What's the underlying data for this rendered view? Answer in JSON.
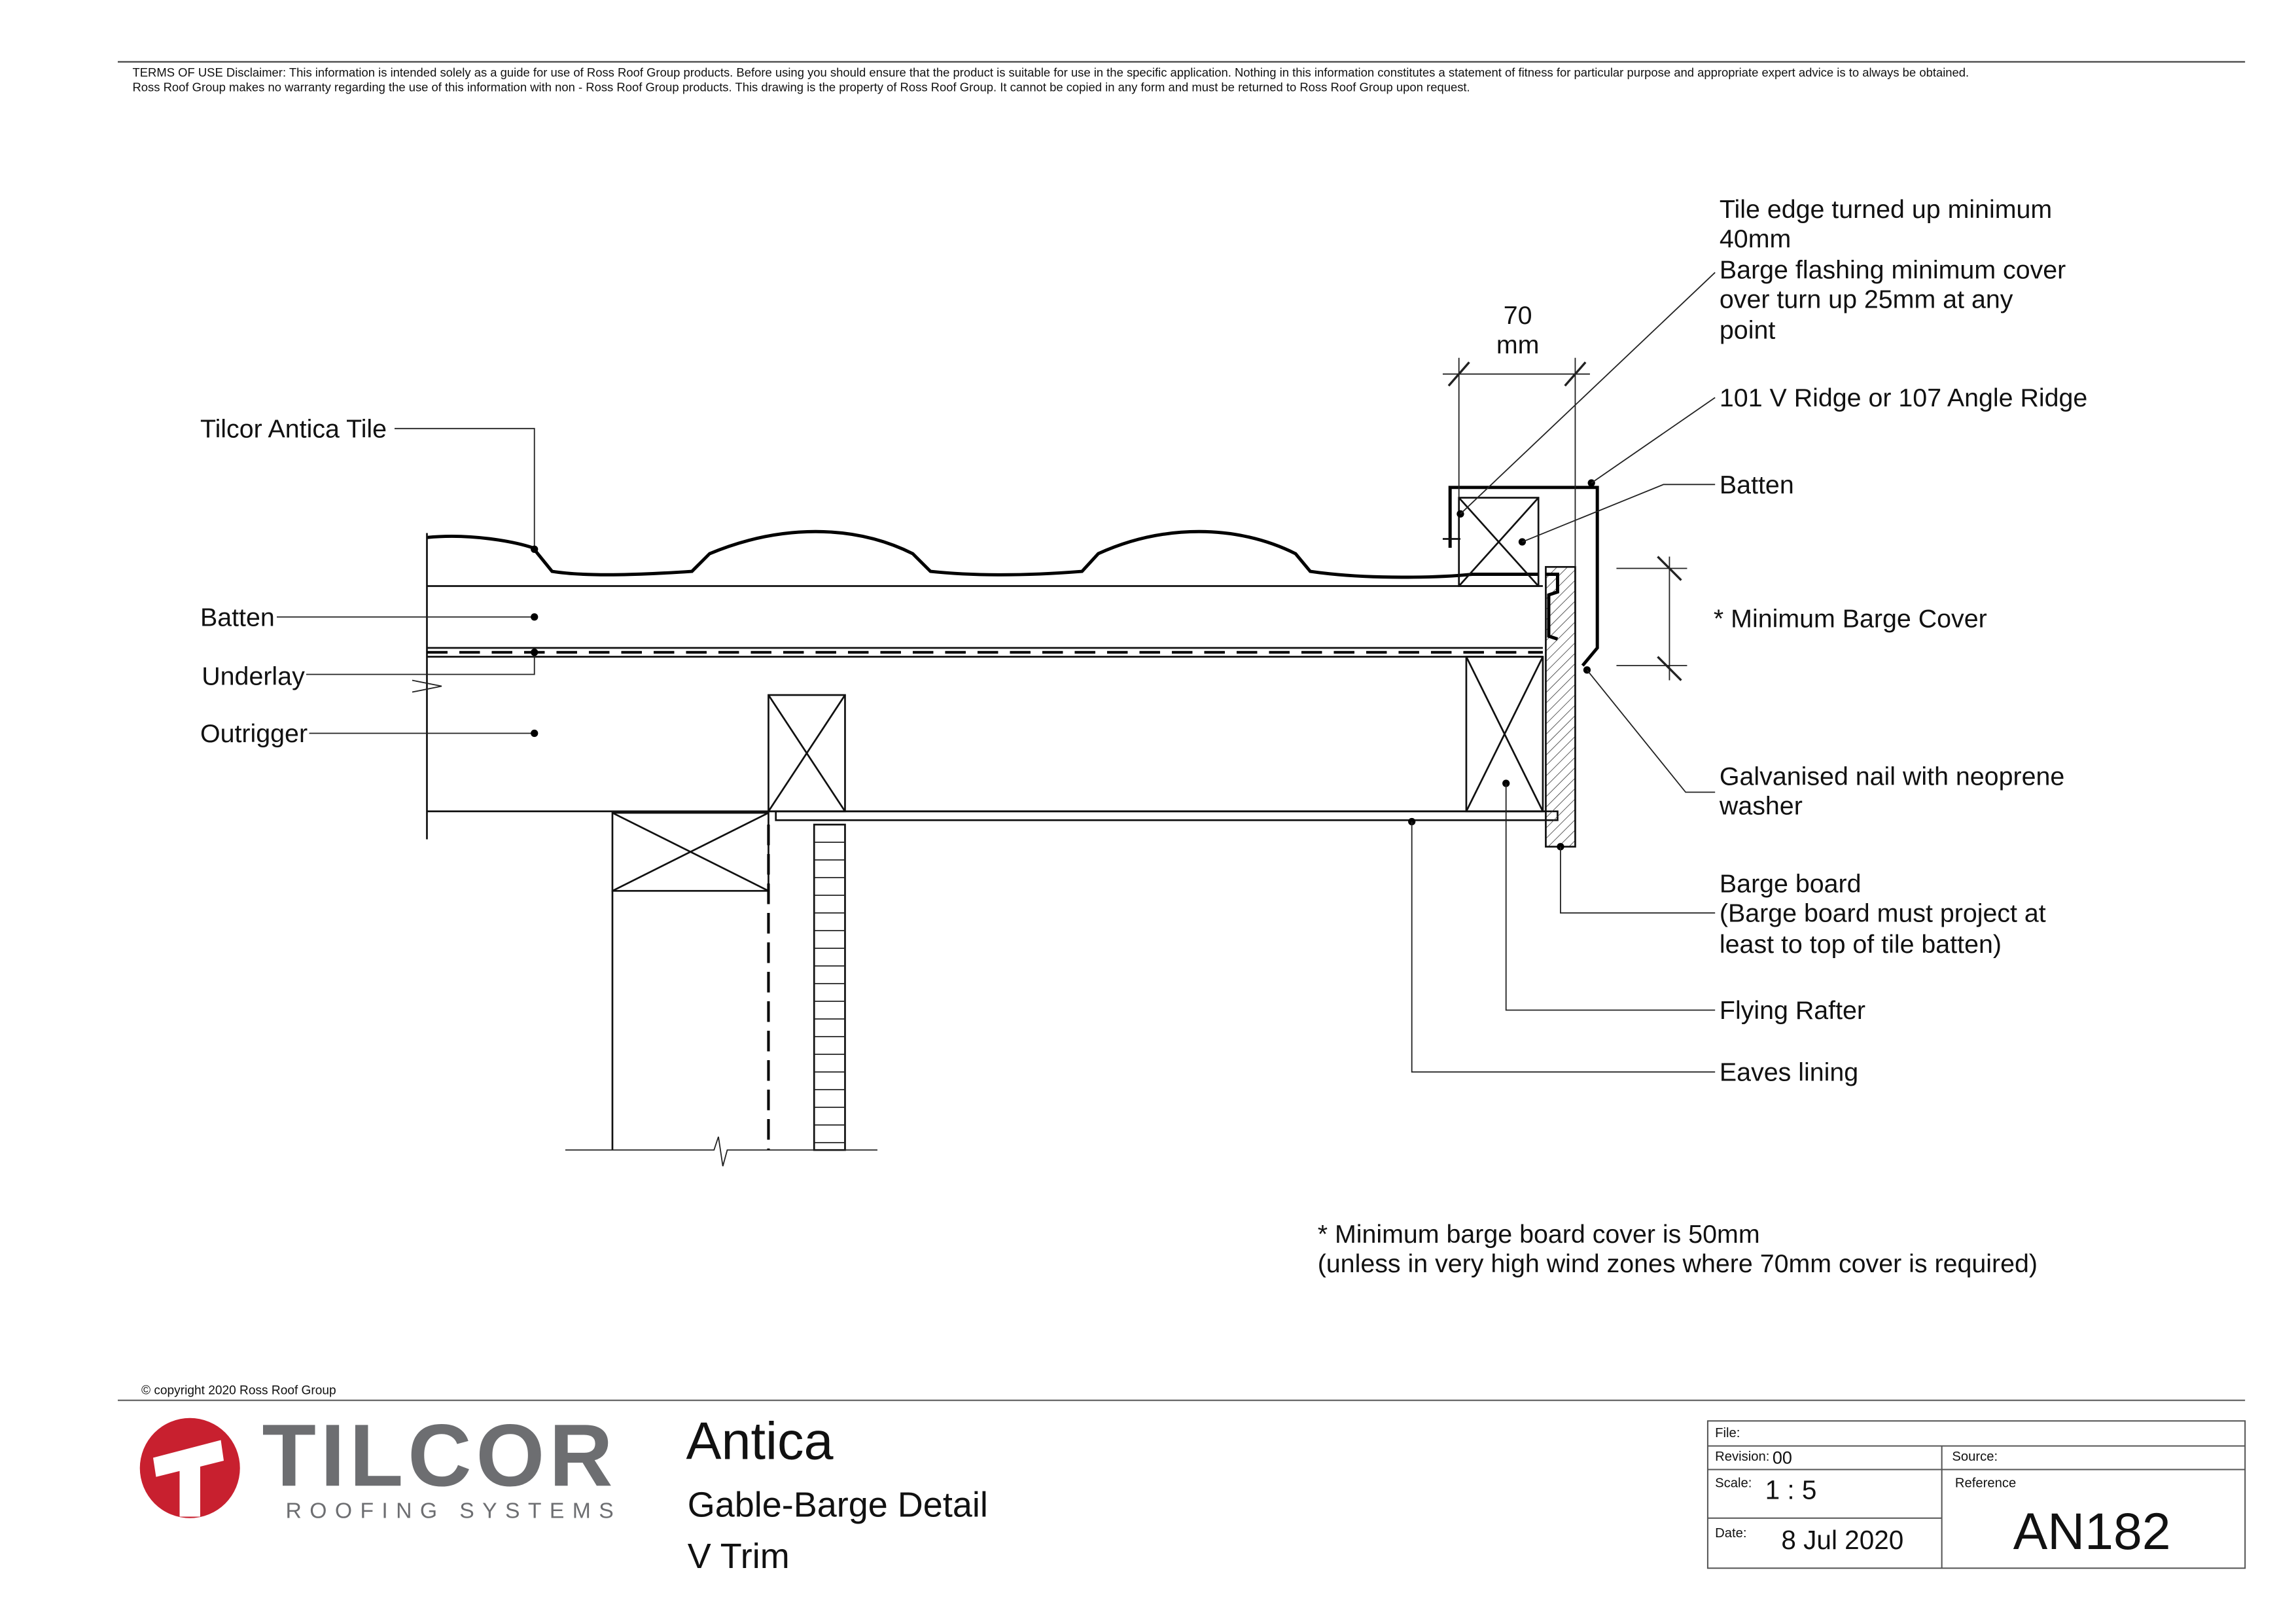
{
  "disclaimer": {
    "line1": "TERMS OF USE Disclaimer: This information is intended solely as a guide for use of Ross Roof Group products. Before using you should ensure that the product is suitable for use in the specific application. Nothing in this information constitutes a statement of fitness for particular purpose and appropriate expert advice is to always be obtained.",
    "line2": "Ross Roof Group makes no warranty regarding the use of this information with non - Ross Roof Group products. This drawing is the property of Ross Roof Group. It cannot be copied in any form and must be returned to Ross Roof Group upon request."
  },
  "labels_left": {
    "tile": "Tilcor Antica Tile",
    "batten": "Batten",
    "underlay": "Underlay",
    "outrigger": "Outrigger"
  },
  "dimension": {
    "value": "70",
    "unit": "mm"
  },
  "labels_right": {
    "tile_edge": [
      "Tile edge turned up minimum",
      "40mm",
      "Barge flashing minimum cover",
      "over turn up 25mm at any",
      "point"
    ],
    "ridge": "101 V Ridge  or 107 Angle Ridge",
    "batten": "Batten",
    "min_barge_cover": "* Minimum Barge Cover",
    "nail": [
      "Galvanised nail with neoprene",
      "washer"
    ],
    "barge_board": [
      "Barge board",
      "(Barge board must project at",
      "least to top of tile batten)"
    ],
    "flying_rafter": "Flying Rafter",
    "eaves_lining": "Eaves lining"
  },
  "note": [
    "* Minimum barge board cover is 50mm",
    "(unless in very high wind zones where 70mm cover is required)"
  ],
  "copyright": "© copyright 2020 Ross Roof Group",
  "logo": {
    "brand": "TILCOR",
    "tagline": "ROOFING SYSTEMS",
    "color": "#c8202f"
  },
  "title": {
    "product": "Antica",
    "detail": "Gable-Barge Detail",
    "variant": "V Trim"
  },
  "title_block": {
    "file_label": "File:",
    "revision_label": "Revision:",
    "revision": "00",
    "source_label": "Source:",
    "scale_label": "Scale:",
    "scale": "1 : 5",
    "reference_label": "Reference",
    "reference": "AN182",
    "date_label": "Date:",
    "date": "8 Jul 2020"
  }
}
